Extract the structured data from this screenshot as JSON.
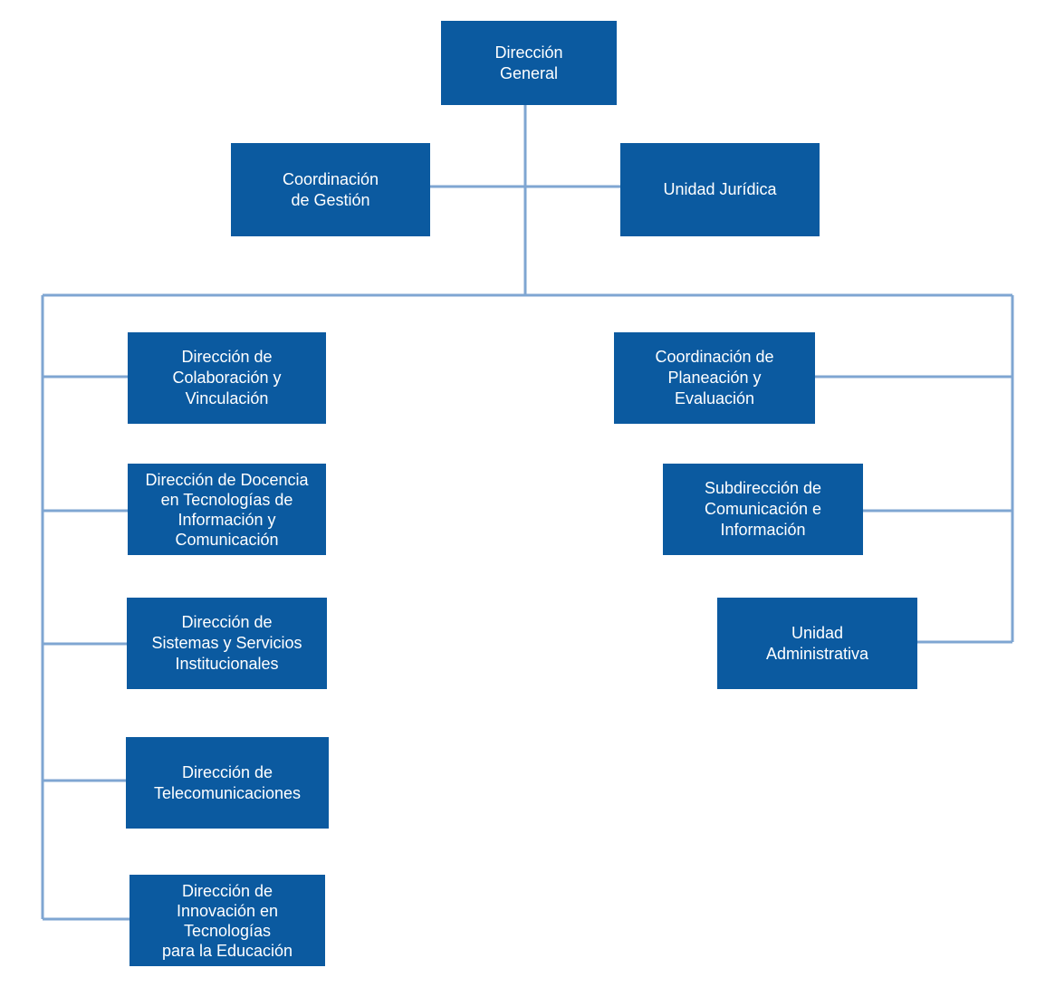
{
  "org_chart": {
    "colors": {
      "box": "#0b5aa0",
      "box_text": "#ffffff",
      "connector": "#7fa6d2",
      "background": "#ffffff"
    },
    "root": {
      "label": "Dirección\nGeneral"
    },
    "staff": [
      {
        "label": "Coordinación\nde Gestión"
      },
      {
        "label": "Unidad Jurídica"
      }
    ],
    "left_branch": [
      {
        "label": "Dirección de\nColaboración y\nVinculación"
      },
      {
        "label": "Dirección de Docencia\nen Tecnologías de\nInformación y\nComunicación"
      },
      {
        "label": "Dirección de\nSistemas y Servicios\nInstitucionales"
      },
      {
        "label": "Dirección de\nTelecomunicaciones"
      },
      {
        "label": "Dirección de\nInnovación en\nTecnologías\npara la Educación"
      }
    ],
    "right_branch": [
      {
        "label": "Coordinación de\nPlaneación y\nEvaluación"
      },
      {
        "label": "Subdirección de\nComunicación e\nInformación"
      },
      {
        "label": "Unidad\nAdministrativa"
      }
    ]
  }
}
